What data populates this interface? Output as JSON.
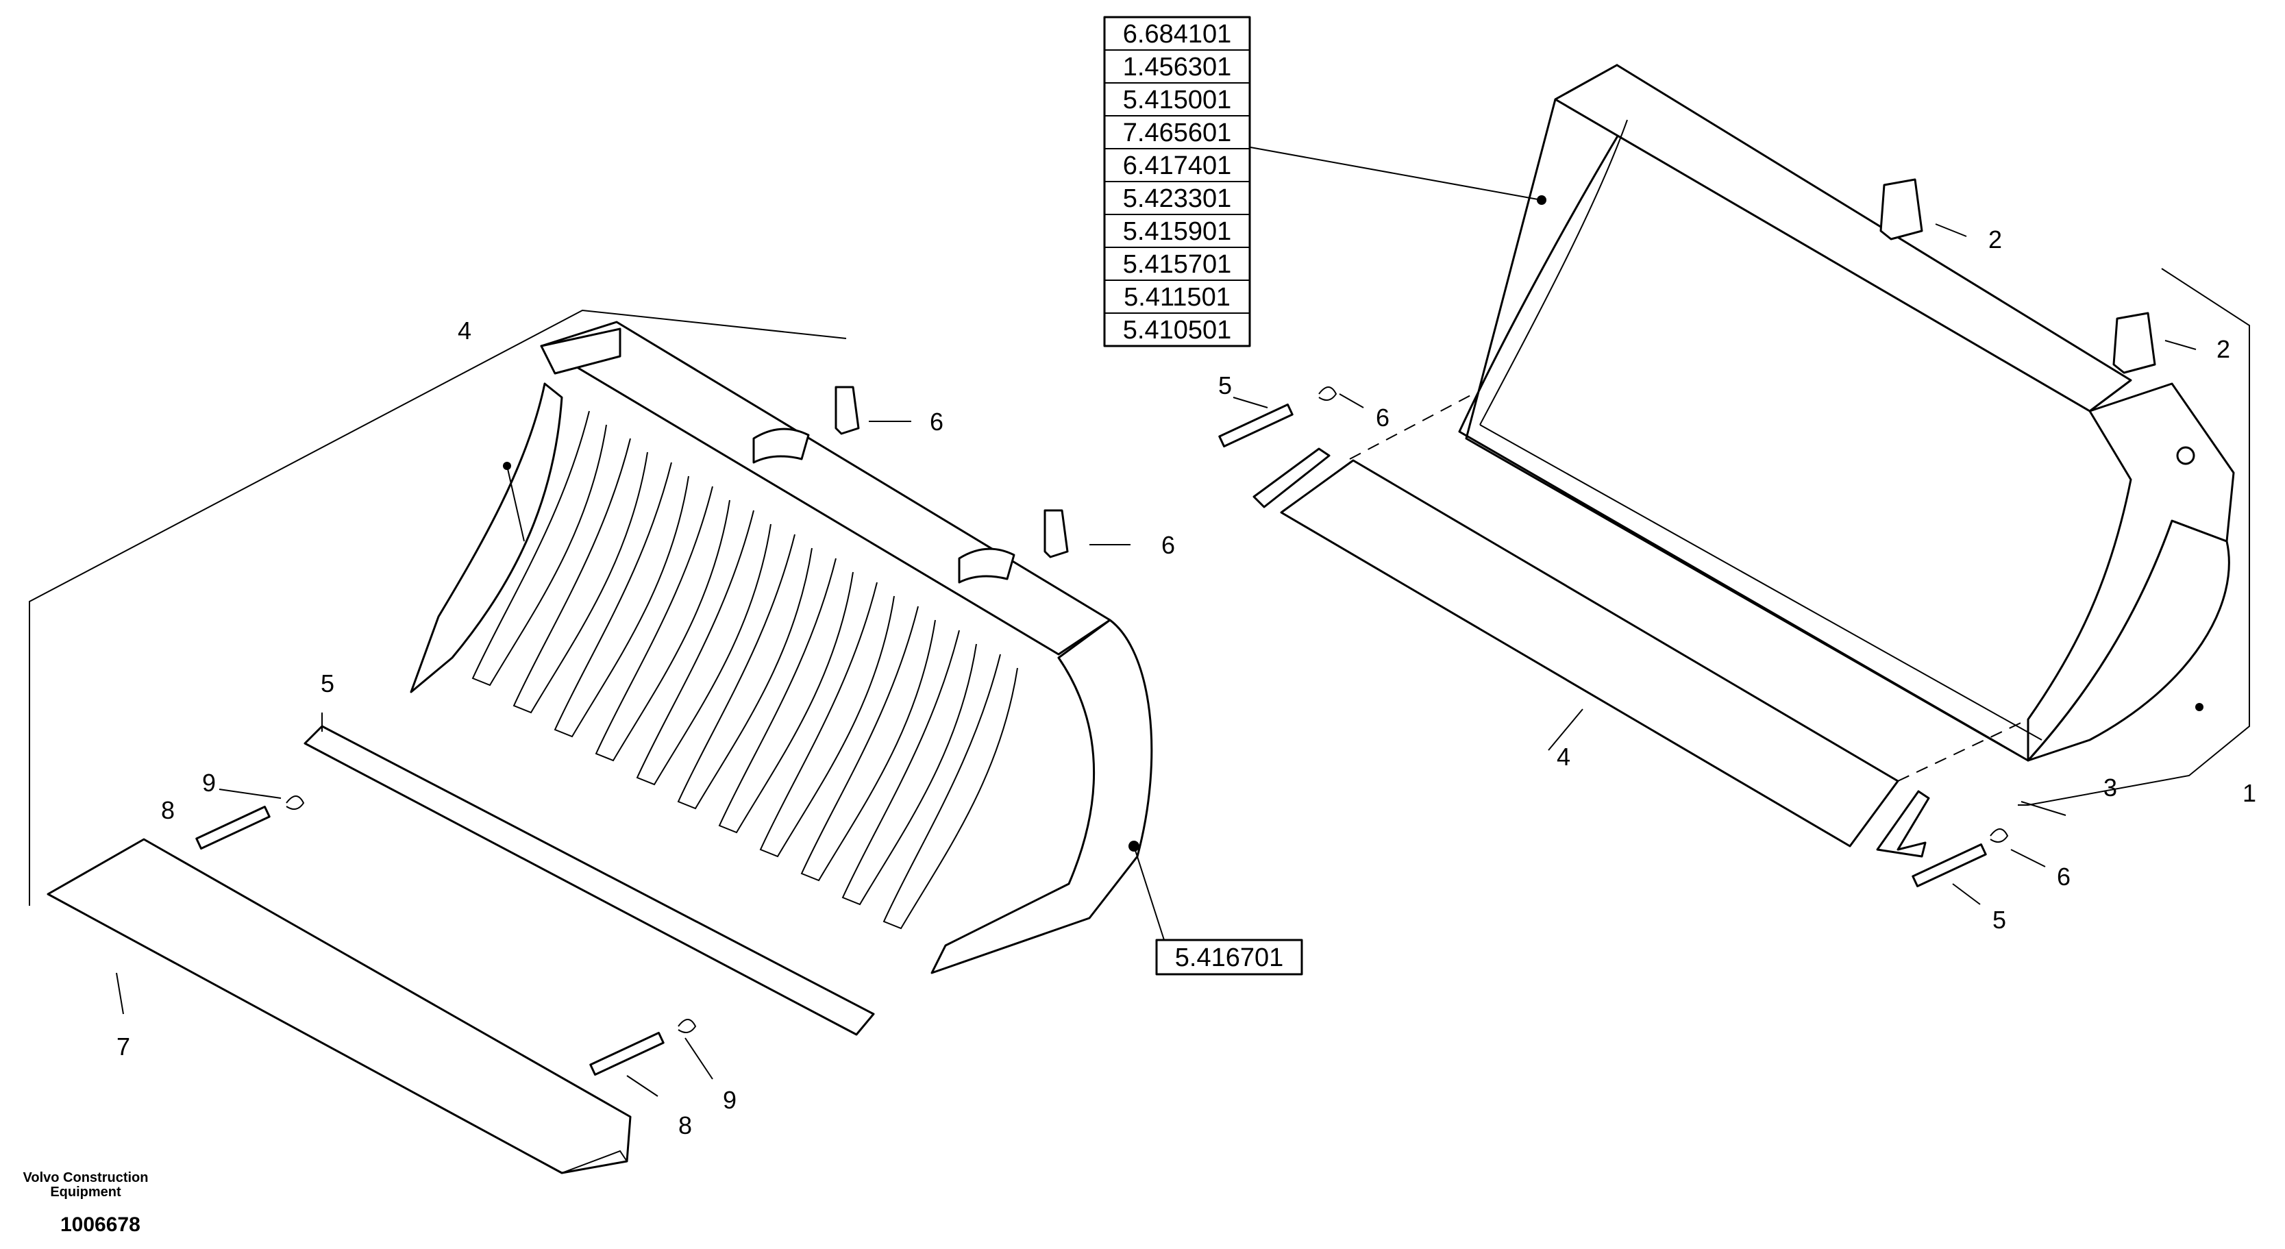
{
  "ref_table": [
    "6.684101",
    "1.456301",
    "5.415001",
    "7.465601",
    "6.417401",
    "5.423301",
    "5.415901",
    "5.415701",
    "5.411501",
    "5.410501"
  ],
  "ref_box_2": "5.416701",
  "left_callouts": {
    "c4": "4",
    "c6a": "6",
    "c6b": "6",
    "c5": "5",
    "c9a": "9",
    "c8a": "8",
    "c7": "7",
    "c9b": "9",
    "c8b": "8"
  },
  "right_callouts": {
    "c2a": "2",
    "c2b": "2",
    "c5a": "5",
    "c6a": "6",
    "c4": "4",
    "c3": "3",
    "c1": "1",
    "c6b": "6",
    "c5b": "5"
  },
  "footer": {
    "company_line1": "Volvo Construction",
    "company_line2": "Equipment",
    "drawing_number": "1006678"
  }
}
